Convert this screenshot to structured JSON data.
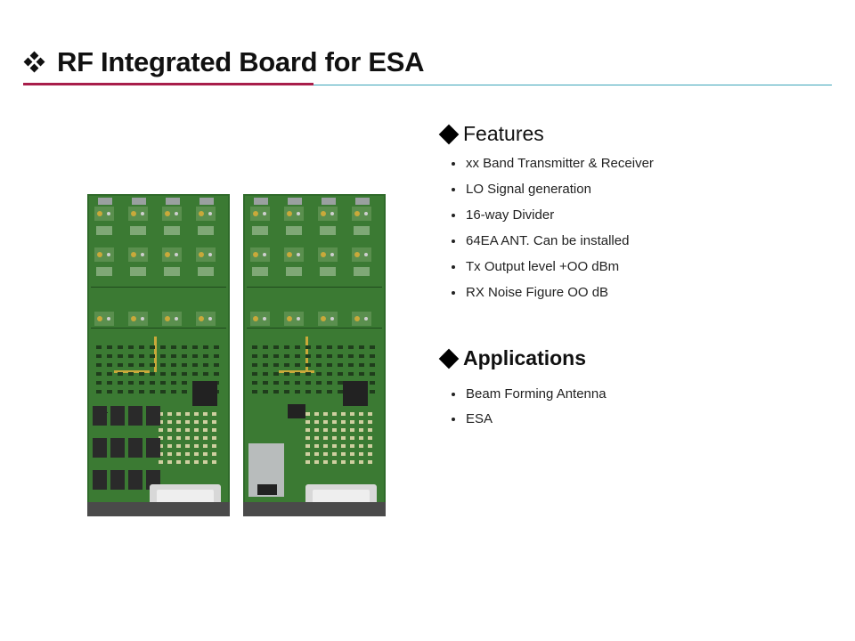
{
  "header": {
    "title": "RF Integrated Board for ESA",
    "bullet_icon": "four-diamond-icon",
    "accent_colors": {
      "rule_left": "#a81e4a",
      "rule_right": "#3aa4b8"
    }
  },
  "features": {
    "heading": "Features",
    "items": [
      "xx Band Transmitter & Receiver",
      "LO Signal generation",
      "16-way Divider",
      "64EA ANT. Can be installed",
      "Tx Output level +OO dBm",
      "RX Noise Figure OO dB"
    ]
  },
  "applications": {
    "heading": "Applications",
    "items": [
      "Beam Forming Antenna",
      "ESA"
    ]
  },
  "images": {
    "board_colors": {
      "pcb": "#2f6a2a",
      "trace": "#c9a93a",
      "chip": "#222222",
      "connector": "#d8d8d8"
    }
  }
}
